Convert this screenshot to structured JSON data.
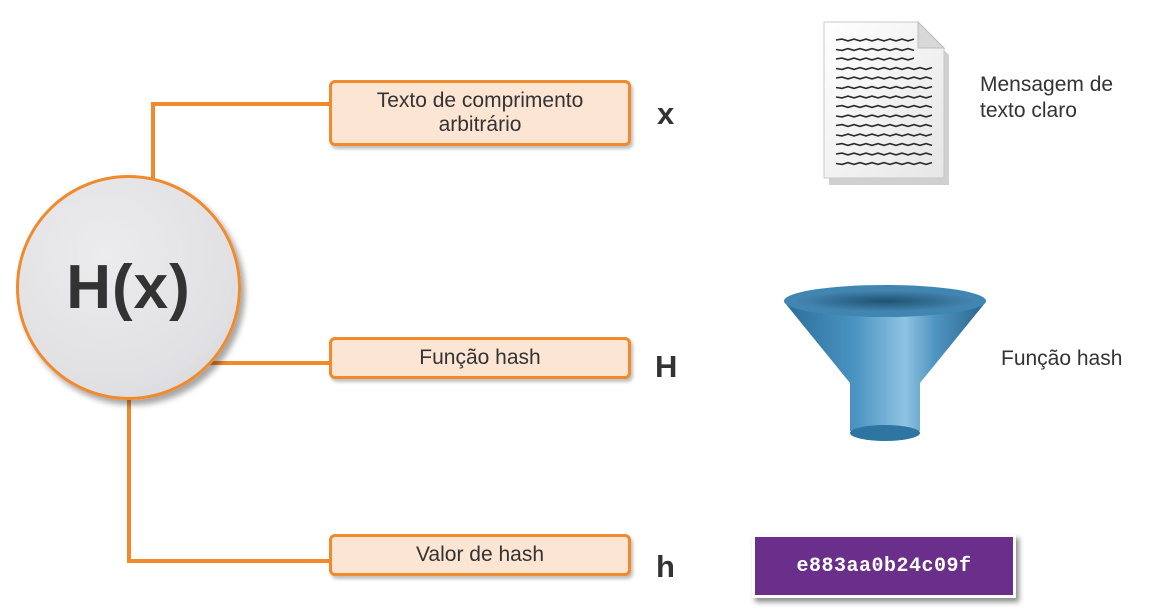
{
  "colors": {
    "accent_orange": "#f08a2c",
    "box_fill": "#fde5d4",
    "circle_fill": "#e0e0e3",
    "hash_box_fill": "#6a2f8a",
    "funnel_blue": "#3f86b3",
    "text": "#333333"
  },
  "function_circle": {
    "label": "H(x)"
  },
  "rows": [
    {
      "box_label": "Texto de comprimento arbitrário",
      "symbol": "x",
      "side_label": "Mensagem de texto claro",
      "icon": "document-icon"
    },
    {
      "box_label": "Função hash",
      "symbol": "H",
      "side_label": "Função hash",
      "icon": "funnel-icon"
    },
    {
      "box_label": "Valor de hash",
      "symbol": "h",
      "hash_value": "e883aa0b24c09f"
    }
  ]
}
